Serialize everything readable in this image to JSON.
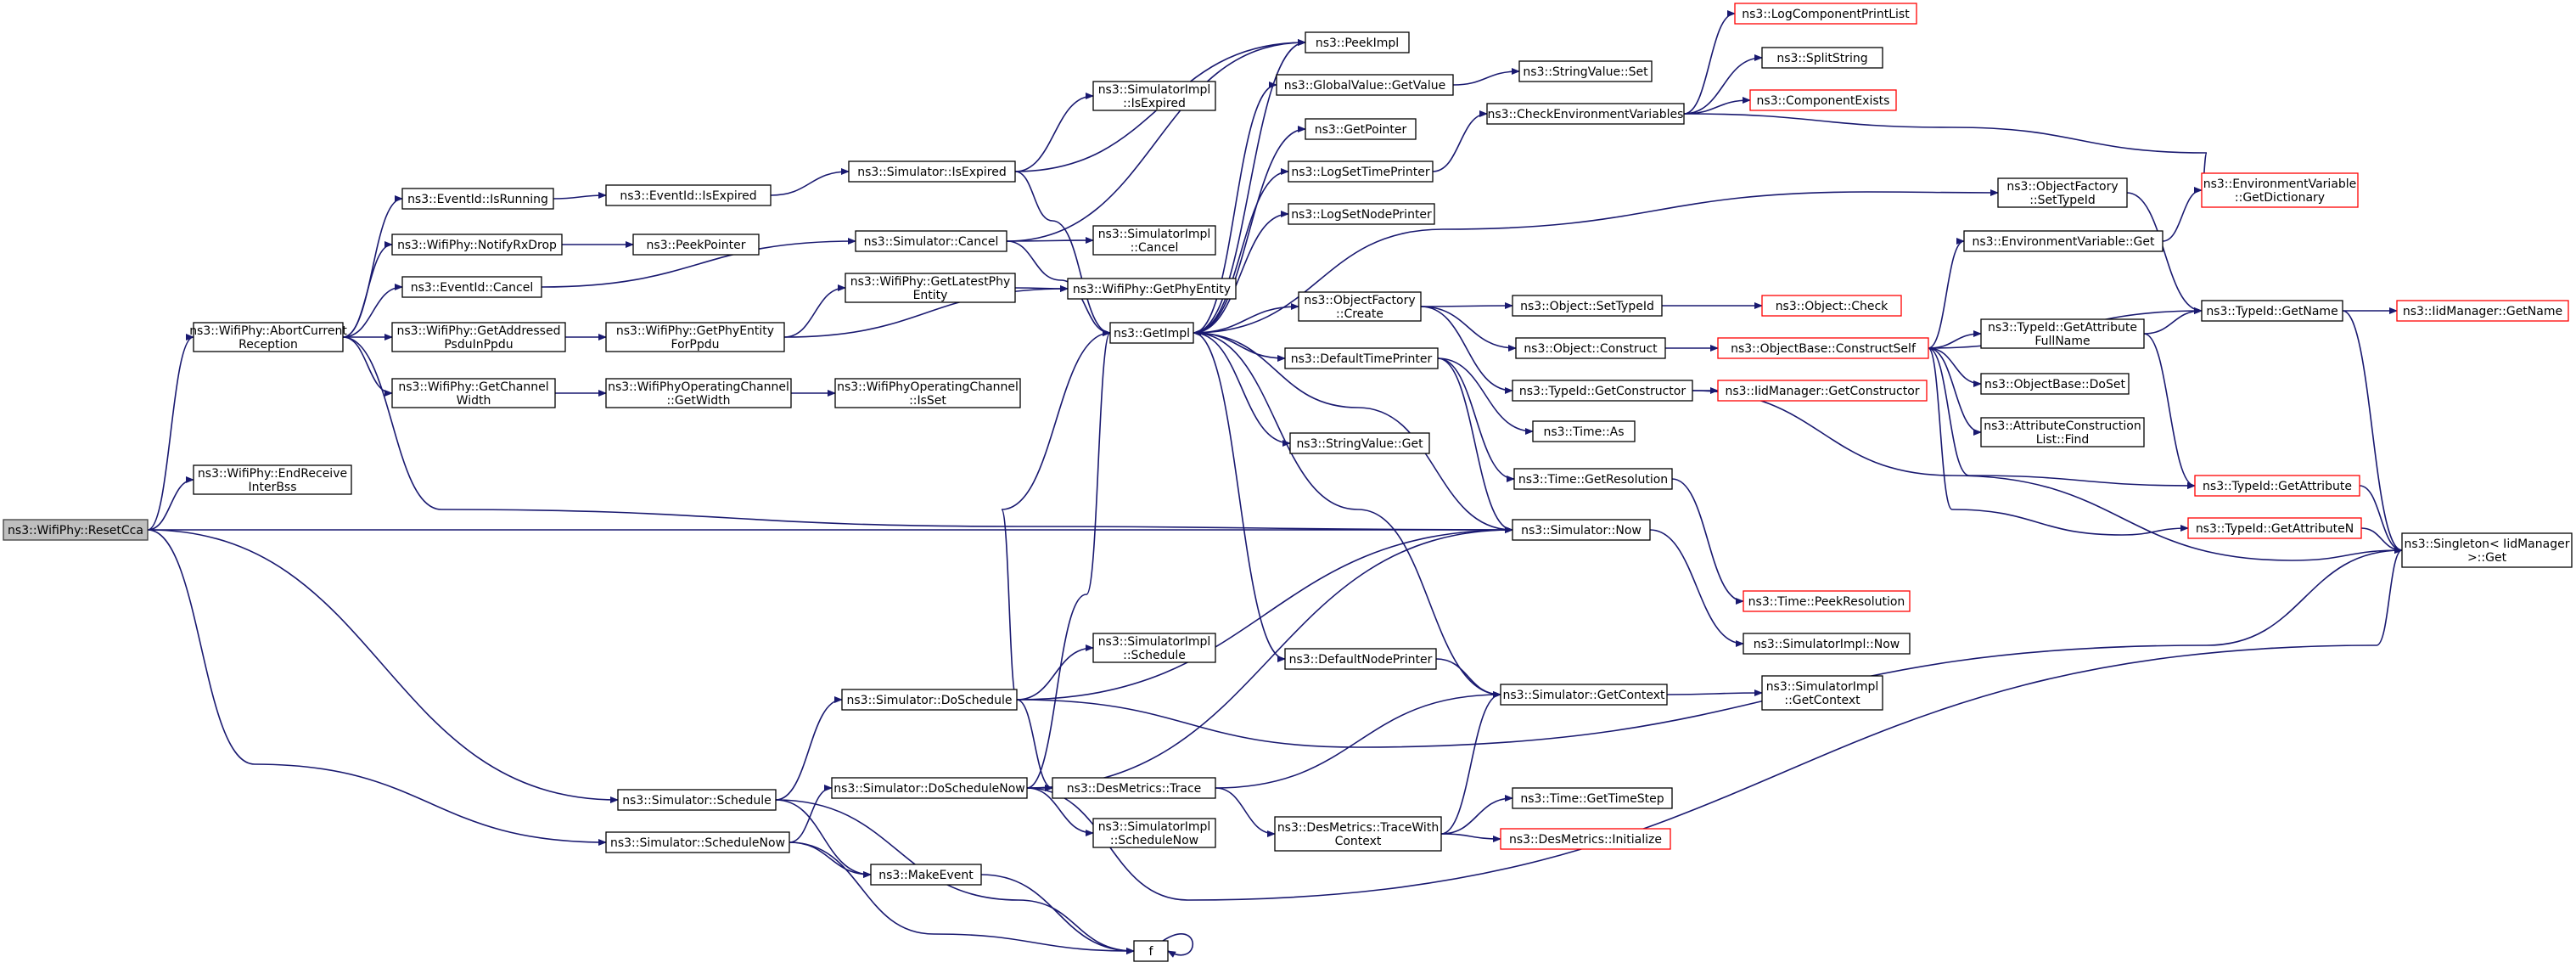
{
  "diagram": {
    "type": "call-graph",
    "colors": {
      "edge": "#191970",
      "root_fill": "#bfbfbf",
      "truncated_border": "#ff0000",
      "node_border": "#000000"
    },
    "nodes": [
      {
        "id": "resetcca",
        "lines": [
          "ns3::WifiPhy::ResetCca"
        ],
        "root": true
      },
      {
        "id": "abortcurrent",
        "lines": [
          "ns3::WifiPhy::AbortCurrent",
          "Reception"
        ]
      },
      {
        "id": "endreceive",
        "lines": [
          "ns3::WifiPhy::EndReceive",
          "InterBss"
        ]
      },
      {
        "id": "eventid_isrunning",
        "lines": [
          "ns3::EventId::IsRunning"
        ]
      },
      {
        "id": "notifyrxdrop",
        "lines": [
          "ns3::WifiPhy::NotifyRxDrop"
        ]
      },
      {
        "id": "eventid_cancel",
        "lines": [
          "ns3::EventId::Cancel"
        ]
      },
      {
        "id": "getaddressed",
        "lines": [
          "ns3::WifiPhy::GetAddressed",
          "PsduInPpdu"
        ]
      },
      {
        "id": "getchannelwidth",
        "lines": [
          "ns3::WifiPhy::GetChannel",
          "Width"
        ]
      },
      {
        "id": "eventid_isexpired",
        "lines": [
          "ns3::EventId::IsExpired"
        ]
      },
      {
        "id": "peekpointer",
        "lines": [
          "ns3::PeekPointer"
        ]
      },
      {
        "id": "getphyentityforppdu",
        "lines": [
          "ns3::WifiPhy::GetPhyEntity",
          "ForPpdu"
        ]
      },
      {
        "id": "opchan_getwidth",
        "lines": [
          "ns3::WifiPhyOperatingChannel",
          "::GetWidth"
        ]
      },
      {
        "id": "opchan_isset",
        "lines": [
          "ns3::WifiPhyOperatingChannel",
          "::IsSet"
        ]
      },
      {
        "id": "sim_isexpired",
        "lines": [
          "ns3::Simulator::IsExpired"
        ]
      },
      {
        "id": "simimpl_isexpired",
        "lines": [
          "ns3::SimulatorImpl",
          "::IsExpired"
        ]
      },
      {
        "id": "sim_cancel",
        "lines": [
          "ns3::Simulator::Cancel"
        ]
      },
      {
        "id": "simimpl_cancel",
        "lines": [
          "ns3::SimulatorImpl",
          "::Cancel"
        ]
      },
      {
        "id": "getlatestphyentity",
        "lines": [
          "ns3::WifiPhy::GetLatestPhy",
          "Entity"
        ]
      },
      {
        "id": "getphyentity",
        "lines": [
          "ns3::WifiPhy::GetPhyEntity"
        ]
      },
      {
        "id": "getimpl",
        "lines": [
          "ns3::GetImpl"
        ]
      },
      {
        "id": "peekimpl",
        "lines": [
          "ns3::PeekImpl"
        ]
      },
      {
        "id": "globalvalue_getvalue",
        "lines": [
          "ns3::GlobalValue::GetValue"
        ]
      },
      {
        "id": "stringvalue_set",
        "lines": [
          "ns3::StringValue::Set"
        ]
      },
      {
        "id": "getpointer",
        "lines": [
          "ns3::GetPointer"
        ]
      },
      {
        "id": "logsettimeprinter",
        "lines": [
          "ns3::LogSetTimePrinter"
        ]
      },
      {
        "id": "logsetnodeprinter",
        "lines": [
          "ns3::LogSetNodePrinter"
        ]
      },
      {
        "id": "checkenvvars",
        "lines": [
          "ns3::CheckEnvironmentVariables"
        ]
      },
      {
        "id": "logcomponentprintlist",
        "lines": [
          "ns3::LogComponentPrintList"
        ],
        "truncated": true
      },
      {
        "id": "splitstring",
        "lines": [
          "ns3::SplitString"
        ]
      },
      {
        "id": "componentexists",
        "lines": [
          "ns3::ComponentExists"
        ],
        "truncated": true
      },
      {
        "id": "envvar_getdictionary",
        "lines": [
          "ns3::EnvironmentVariable",
          "::GetDictionary"
        ],
        "truncated": true
      },
      {
        "id": "objectfactory_settypeid",
        "lines": [
          "ns3::ObjectFactory",
          "::SetTypeId"
        ]
      },
      {
        "id": "envvar_get",
        "lines": [
          "ns3::EnvironmentVariable::Get"
        ]
      },
      {
        "id": "objectfactory_create",
        "lines": [
          "ns3::ObjectFactory",
          "::Create"
        ]
      },
      {
        "id": "object_settypeid",
        "lines": [
          "ns3::Object::SetTypeId"
        ]
      },
      {
        "id": "object_check",
        "lines": [
          "ns3::Object::Check"
        ],
        "truncated": true
      },
      {
        "id": "object_construct",
        "lines": [
          "ns3::Object::Construct"
        ]
      },
      {
        "id": "objectbase_constructself",
        "lines": [
          "ns3::ObjectBase::ConstructSelf"
        ],
        "truncated": true
      },
      {
        "id": "typeid_getname",
        "lines": [
          "ns3::TypeId::GetName"
        ]
      },
      {
        "id": "iidmanager_getname",
        "lines": [
          "ns3::IidManager::GetName"
        ],
        "truncated": true
      },
      {
        "id": "typeid_getattributefullname",
        "lines": [
          "ns3::TypeId::GetAttribute",
          "FullName"
        ]
      },
      {
        "id": "objectbase_doset",
        "lines": [
          "ns3::ObjectBase::DoSet"
        ]
      },
      {
        "id": "attrconstructionlist_find",
        "lines": [
          "ns3::AttributeConstruction",
          "List::Find"
        ]
      },
      {
        "id": "typeid_getattribute",
        "lines": [
          "ns3::TypeId::GetAttribute"
        ],
        "truncated": true
      },
      {
        "id": "typeid_getattributen",
        "lines": [
          "ns3::TypeId::GetAttributeN"
        ],
        "truncated": true
      },
      {
        "id": "singleton_get",
        "lines": [
          "ns3::Singleton< IidManager",
          ">::Get"
        ]
      },
      {
        "id": "defaulttimeprinter",
        "lines": [
          "ns3::DefaultTimePrinter"
        ]
      },
      {
        "id": "typeid_getconstructor",
        "lines": [
          "ns3::TypeId::GetConstructor"
        ]
      },
      {
        "id": "iidmanager_getconstructor",
        "lines": [
          "ns3::IidManager::GetConstructor"
        ],
        "truncated": true
      },
      {
        "id": "time_as",
        "lines": [
          "ns3::Time::As"
        ]
      },
      {
        "id": "stringvalue_get",
        "lines": [
          "ns3::StringValue::Get"
        ]
      },
      {
        "id": "time_getresolution",
        "lines": [
          "ns3::Time::GetResolution"
        ]
      },
      {
        "id": "sim_now",
        "lines": [
          "ns3::Simulator::Now"
        ]
      },
      {
        "id": "time_peekresolution",
        "lines": [
          "ns3::Time::PeekResolution"
        ],
        "truncated": true
      },
      {
        "id": "simimpl_now",
        "lines": [
          "ns3::SimulatorImpl::Now"
        ]
      },
      {
        "id": "defaultnodeprinter",
        "lines": [
          "ns3::DefaultNodePrinter"
        ]
      },
      {
        "id": "sim_getcontext",
        "lines": [
          "ns3::Simulator::GetContext"
        ]
      },
      {
        "id": "simimpl_getcontext",
        "lines": [
          "ns3::SimulatorImpl",
          "::GetContext"
        ]
      },
      {
        "id": "simimpl_schedule",
        "lines": [
          "ns3::SimulatorImpl",
          "::Schedule"
        ]
      },
      {
        "id": "sim_doschedule",
        "lines": [
          "ns3::Simulator::DoSchedule"
        ]
      },
      {
        "id": "sim_doschedulenow",
        "lines": [
          "ns3::Simulator::DoScheduleNow"
        ]
      },
      {
        "id": "desmetrics_trace",
        "lines": [
          "ns3::DesMetrics::Trace"
        ]
      },
      {
        "id": "desmetrics_tracewithcontext",
        "lines": [
          "ns3::DesMetrics::TraceWith",
          "Context"
        ]
      },
      {
        "id": "time_gettimestep",
        "lines": [
          "ns3::Time::GetTimeStep"
        ]
      },
      {
        "id": "desmetrics_initialize",
        "lines": [
          "ns3::DesMetrics::Initialize"
        ],
        "truncated": true
      },
      {
        "id": "sim_schedule",
        "lines": [
          "ns3::Simulator::Schedule"
        ]
      },
      {
        "id": "sim_schedulenow",
        "lines": [
          "ns3::Simulator::ScheduleNow"
        ]
      },
      {
        "id": "simimpl_schedulenow",
        "lines": [
          "ns3::SimulatorImpl",
          "::ScheduleNow"
        ]
      },
      {
        "id": "makeevent",
        "lines": [
          "ns3::MakeEvent"
        ]
      },
      {
        "id": "f",
        "lines": [
          "f"
        ]
      }
    ],
    "edges": [
      {
        "from": "resetcca",
        "to": "abortcurrent"
      },
      {
        "from": "resetcca",
        "to": "endreceive"
      },
      {
        "from": "resetcca",
        "to": "sim_now"
      },
      {
        "from": "resetcca",
        "to": "sim_schedule"
      },
      {
        "from": "resetcca",
        "to": "sim_schedulenow"
      },
      {
        "from": "abortcurrent",
        "to": "eventid_isrunning"
      },
      {
        "from": "abortcurrent",
        "to": "notifyrxdrop"
      },
      {
        "from": "abortcurrent",
        "to": "eventid_cancel"
      },
      {
        "from": "abortcurrent",
        "to": "getaddressed"
      },
      {
        "from": "abortcurrent",
        "to": "getchannelwidth"
      },
      {
        "from": "abortcurrent",
        "to": "sim_now"
      },
      {
        "from": "eventid_isrunning",
        "to": "eventid_isexpired"
      },
      {
        "from": "eventid_isexpired",
        "to": "sim_isexpired"
      },
      {
        "from": "notifyrxdrop",
        "to": "peekpointer"
      },
      {
        "from": "eventid_cancel",
        "to": "sim_cancel"
      },
      {
        "from": "getaddressed",
        "to": "getphyentityforppdu"
      },
      {
        "from": "getchannelwidth",
        "to": "opchan_getwidth"
      },
      {
        "from": "opchan_getwidth",
        "to": "opchan_isset"
      },
      {
        "from": "getphyentityforppdu",
        "to": "getlatestphyentity"
      },
      {
        "from": "getphyentityforppdu",
        "to": "getphyentity"
      },
      {
        "from": "getlatestphyentity",
        "to": "getphyentity"
      },
      {
        "from": "sim_isexpired",
        "to": "simimpl_isexpired"
      },
      {
        "from": "sim_isexpired",
        "to": "peekimpl"
      },
      {
        "from": "sim_isexpired",
        "to": "getimpl"
      },
      {
        "from": "sim_cancel",
        "to": "simimpl_cancel"
      },
      {
        "from": "sim_cancel",
        "to": "peekimpl"
      },
      {
        "from": "sim_cancel",
        "to": "getimpl"
      },
      {
        "from": "getimpl",
        "to": "peekimpl"
      },
      {
        "from": "getimpl",
        "to": "globalvalue_getvalue"
      },
      {
        "from": "getimpl",
        "to": "getpointer"
      },
      {
        "from": "getimpl",
        "to": "logsettimeprinter"
      },
      {
        "from": "getimpl",
        "to": "logsetnodeprinter"
      },
      {
        "from": "getimpl",
        "to": "objectfactory_settypeid"
      },
      {
        "from": "getimpl",
        "to": "objectfactory_create"
      },
      {
        "from": "getimpl",
        "to": "defaulttimeprinter"
      },
      {
        "from": "getimpl",
        "to": "stringvalue_get"
      },
      {
        "from": "getimpl",
        "to": "defaultnodeprinter"
      },
      {
        "from": "globalvalue_getvalue",
        "to": "stringvalue_set"
      },
      {
        "from": "logsettimeprinter",
        "to": "checkenvvars"
      },
      {
        "from": "checkenvvars",
        "to": "logcomponentprintlist"
      },
      {
        "from": "checkenvvars",
        "to": "splitstring"
      },
      {
        "from": "checkenvvars",
        "to": "componentexists"
      },
      {
        "from": "checkenvvars",
        "to": "envvar_getdictionary"
      },
      {
        "from": "envvar_get",
        "to": "envvar_getdictionary"
      },
      {
        "from": "objectfactory_settypeid",
        "to": "typeid_getname"
      },
      {
        "from": "objectfactory_create",
        "to": "object_settypeid"
      },
      {
        "from": "objectfactory_create",
        "to": "object_construct"
      },
      {
        "from": "objectfactory_create",
        "to": "typeid_getconstructor"
      },
      {
        "from": "object_settypeid",
        "to": "object_check"
      },
      {
        "from": "object_construct",
        "to": "objectbase_constructself"
      },
      {
        "from": "objectbase_constructself",
        "to": "envvar_get"
      },
      {
        "from": "objectbase_constructself",
        "to": "typeid_getname"
      },
      {
        "from": "objectbase_constructself",
        "to": "typeid_getattributefullname"
      },
      {
        "from": "objectbase_constructself",
        "to": "objectbase_doset"
      },
      {
        "from": "objectbase_constructself",
        "to": "attrconstructionlist_find"
      },
      {
        "from": "objectbase_constructself",
        "to": "typeid_getattribute"
      },
      {
        "from": "objectbase_constructself",
        "to": "typeid_getattributen"
      },
      {
        "from": "typeid_getattributefullname",
        "to": "typeid_getname"
      },
      {
        "from": "typeid_getattributefullname",
        "to": "typeid_getattribute"
      },
      {
        "from": "typeid_getname",
        "to": "iidmanager_getname"
      },
      {
        "from": "typeid_getname",
        "to": "singleton_get"
      },
      {
        "from": "typeid_getattribute",
        "to": "singleton_get"
      },
      {
        "from": "typeid_getattributen",
        "to": "singleton_get"
      },
      {
        "from": "typeid_getconstructor",
        "to": "iidmanager_getconstructor"
      },
      {
        "from": "typeid_getconstructor",
        "to": "singleton_get"
      },
      {
        "from": "defaulttimeprinter",
        "to": "time_as"
      },
      {
        "from": "defaulttimeprinter",
        "to": "time_getresolution"
      },
      {
        "from": "defaulttimeprinter",
        "to": "sim_now"
      },
      {
        "from": "time_getresolution",
        "to": "time_peekresolution"
      },
      {
        "from": "sim_now",
        "to": "getimpl"
      },
      {
        "from": "sim_now",
        "to": "simimpl_now"
      },
      {
        "from": "defaultnodeprinter",
        "to": "sim_getcontext"
      },
      {
        "from": "sim_getcontext",
        "to": "getimpl"
      },
      {
        "from": "sim_getcontext",
        "to": "simimpl_getcontext"
      },
      {
        "from": "sim_doschedule",
        "to": "getimpl"
      },
      {
        "from": "sim_doschedule",
        "to": "sim_now"
      },
      {
        "from": "sim_doschedule",
        "to": "simimpl_schedule"
      },
      {
        "from": "sim_doschedule",
        "to": "desmetrics_trace"
      },
      {
        "from": "sim_doschedule",
        "to": "singleton_get"
      },
      {
        "from": "sim_doschedulenow",
        "to": "getimpl"
      },
      {
        "from": "sim_doschedulenow",
        "to": "sim_now"
      },
      {
        "from": "sim_doschedulenow",
        "to": "desmetrics_trace"
      },
      {
        "from": "sim_doschedulenow",
        "to": "simimpl_schedulenow"
      },
      {
        "from": "sim_doschedulenow",
        "to": "singleton_get"
      },
      {
        "from": "desmetrics_trace",
        "to": "sim_getcontext"
      },
      {
        "from": "desmetrics_trace",
        "to": "desmetrics_tracewithcontext"
      },
      {
        "from": "desmetrics_tracewithcontext",
        "to": "sim_getcontext"
      },
      {
        "from": "desmetrics_tracewithcontext",
        "to": "time_gettimestep"
      },
      {
        "from": "desmetrics_tracewithcontext",
        "to": "desmetrics_initialize"
      },
      {
        "from": "sim_schedule",
        "to": "sim_doschedule"
      },
      {
        "from": "sim_schedule",
        "to": "makeevent"
      },
      {
        "from": "sim_schedule",
        "to": "f"
      },
      {
        "from": "sim_schedulenow",
        "to": "sim_doschedulenow"
      },
      {
        "from": "sim_schedulenow",
        "to": "makeevent"
      },
      {
        "from": "sim_schedulenow",
        "to": "f"
      },
      {
        "from": "makeevent",
        "to": "f"
      },
      {
        "from": "f",
        "to": "f"
      }
    ]
  }
}
